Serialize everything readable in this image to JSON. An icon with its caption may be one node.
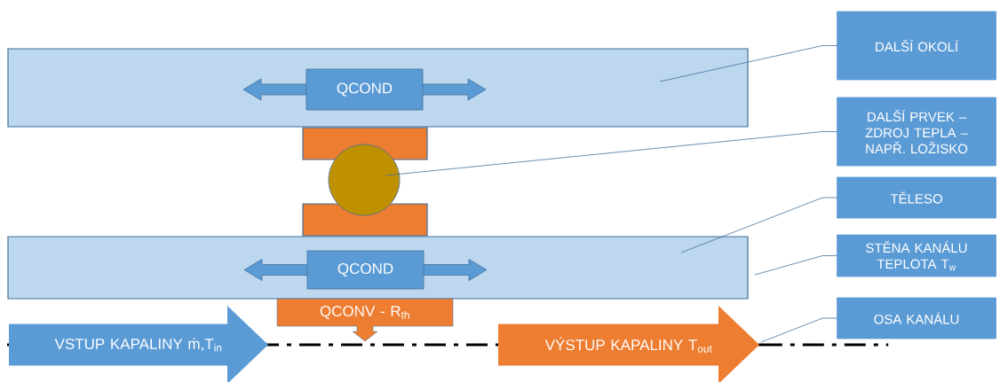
{
  "diagram": {
    "nodes": [
      {
        "text": [],
        "shape": "box"
      },
      {
        "text": [
          "QCOND"
        ],
        "in": 0
      },
      {
        "text": [],
        "shape": "box"
      },
      {
        "text": [],
        "shape": "circle"
      },
      {
        "text": [],
        "shape": "box"
      },
      {
        "text": [],
        "shape": "box"
      },
      {
        "text": [
          "QCOND"
        ],
        "in": 5
      },
      {
        "text": [
          "QCONV - R$_{th}$"
        ]
      },
      {
        "text": [
          "VSTUP KAPALINY ṁ,T$_{in}$"
        ]
      },
      {
        "text": [
          "VÝSTUP KAPALINY T$_{out}$"
        ]
      },
      {
        "text": [
          "DALŠÍ OKOLÍ"
        ]
      },
      {
        "text": [
          "DALŠÍ PRVEK – ZDROJ TEPLA – NAPŘ. LOŽISKO"
        ]
      },
      {
        "text": [
          "TĚLESO"
        ]
      },
      {
        "text": [
          "STĚNA KANÁLU TEPLOTA T$_{w}$"
        ]
      },
      {
        "text": [
          "OSA KANÁLU"
        ]
      },
      {
        "text": [],
        "shape": "line"
      }
    ],
    "edges": [
      {
        "from": 10,
        "to": 0,
        "arrow": "none"
      },
      {
        "from": 11,
        "to": 3,
        "arrow": "none"
      },
      {
        "from": 12,
        "to": 5,
        "arrow": "none"
      },
      {
        "from": 13,
        "to": 5,
        "arrow": "none"
      },
      {
        "from": 14,
        "to": 15,
        "arrow": "none"
      }
    ]
  }
}
